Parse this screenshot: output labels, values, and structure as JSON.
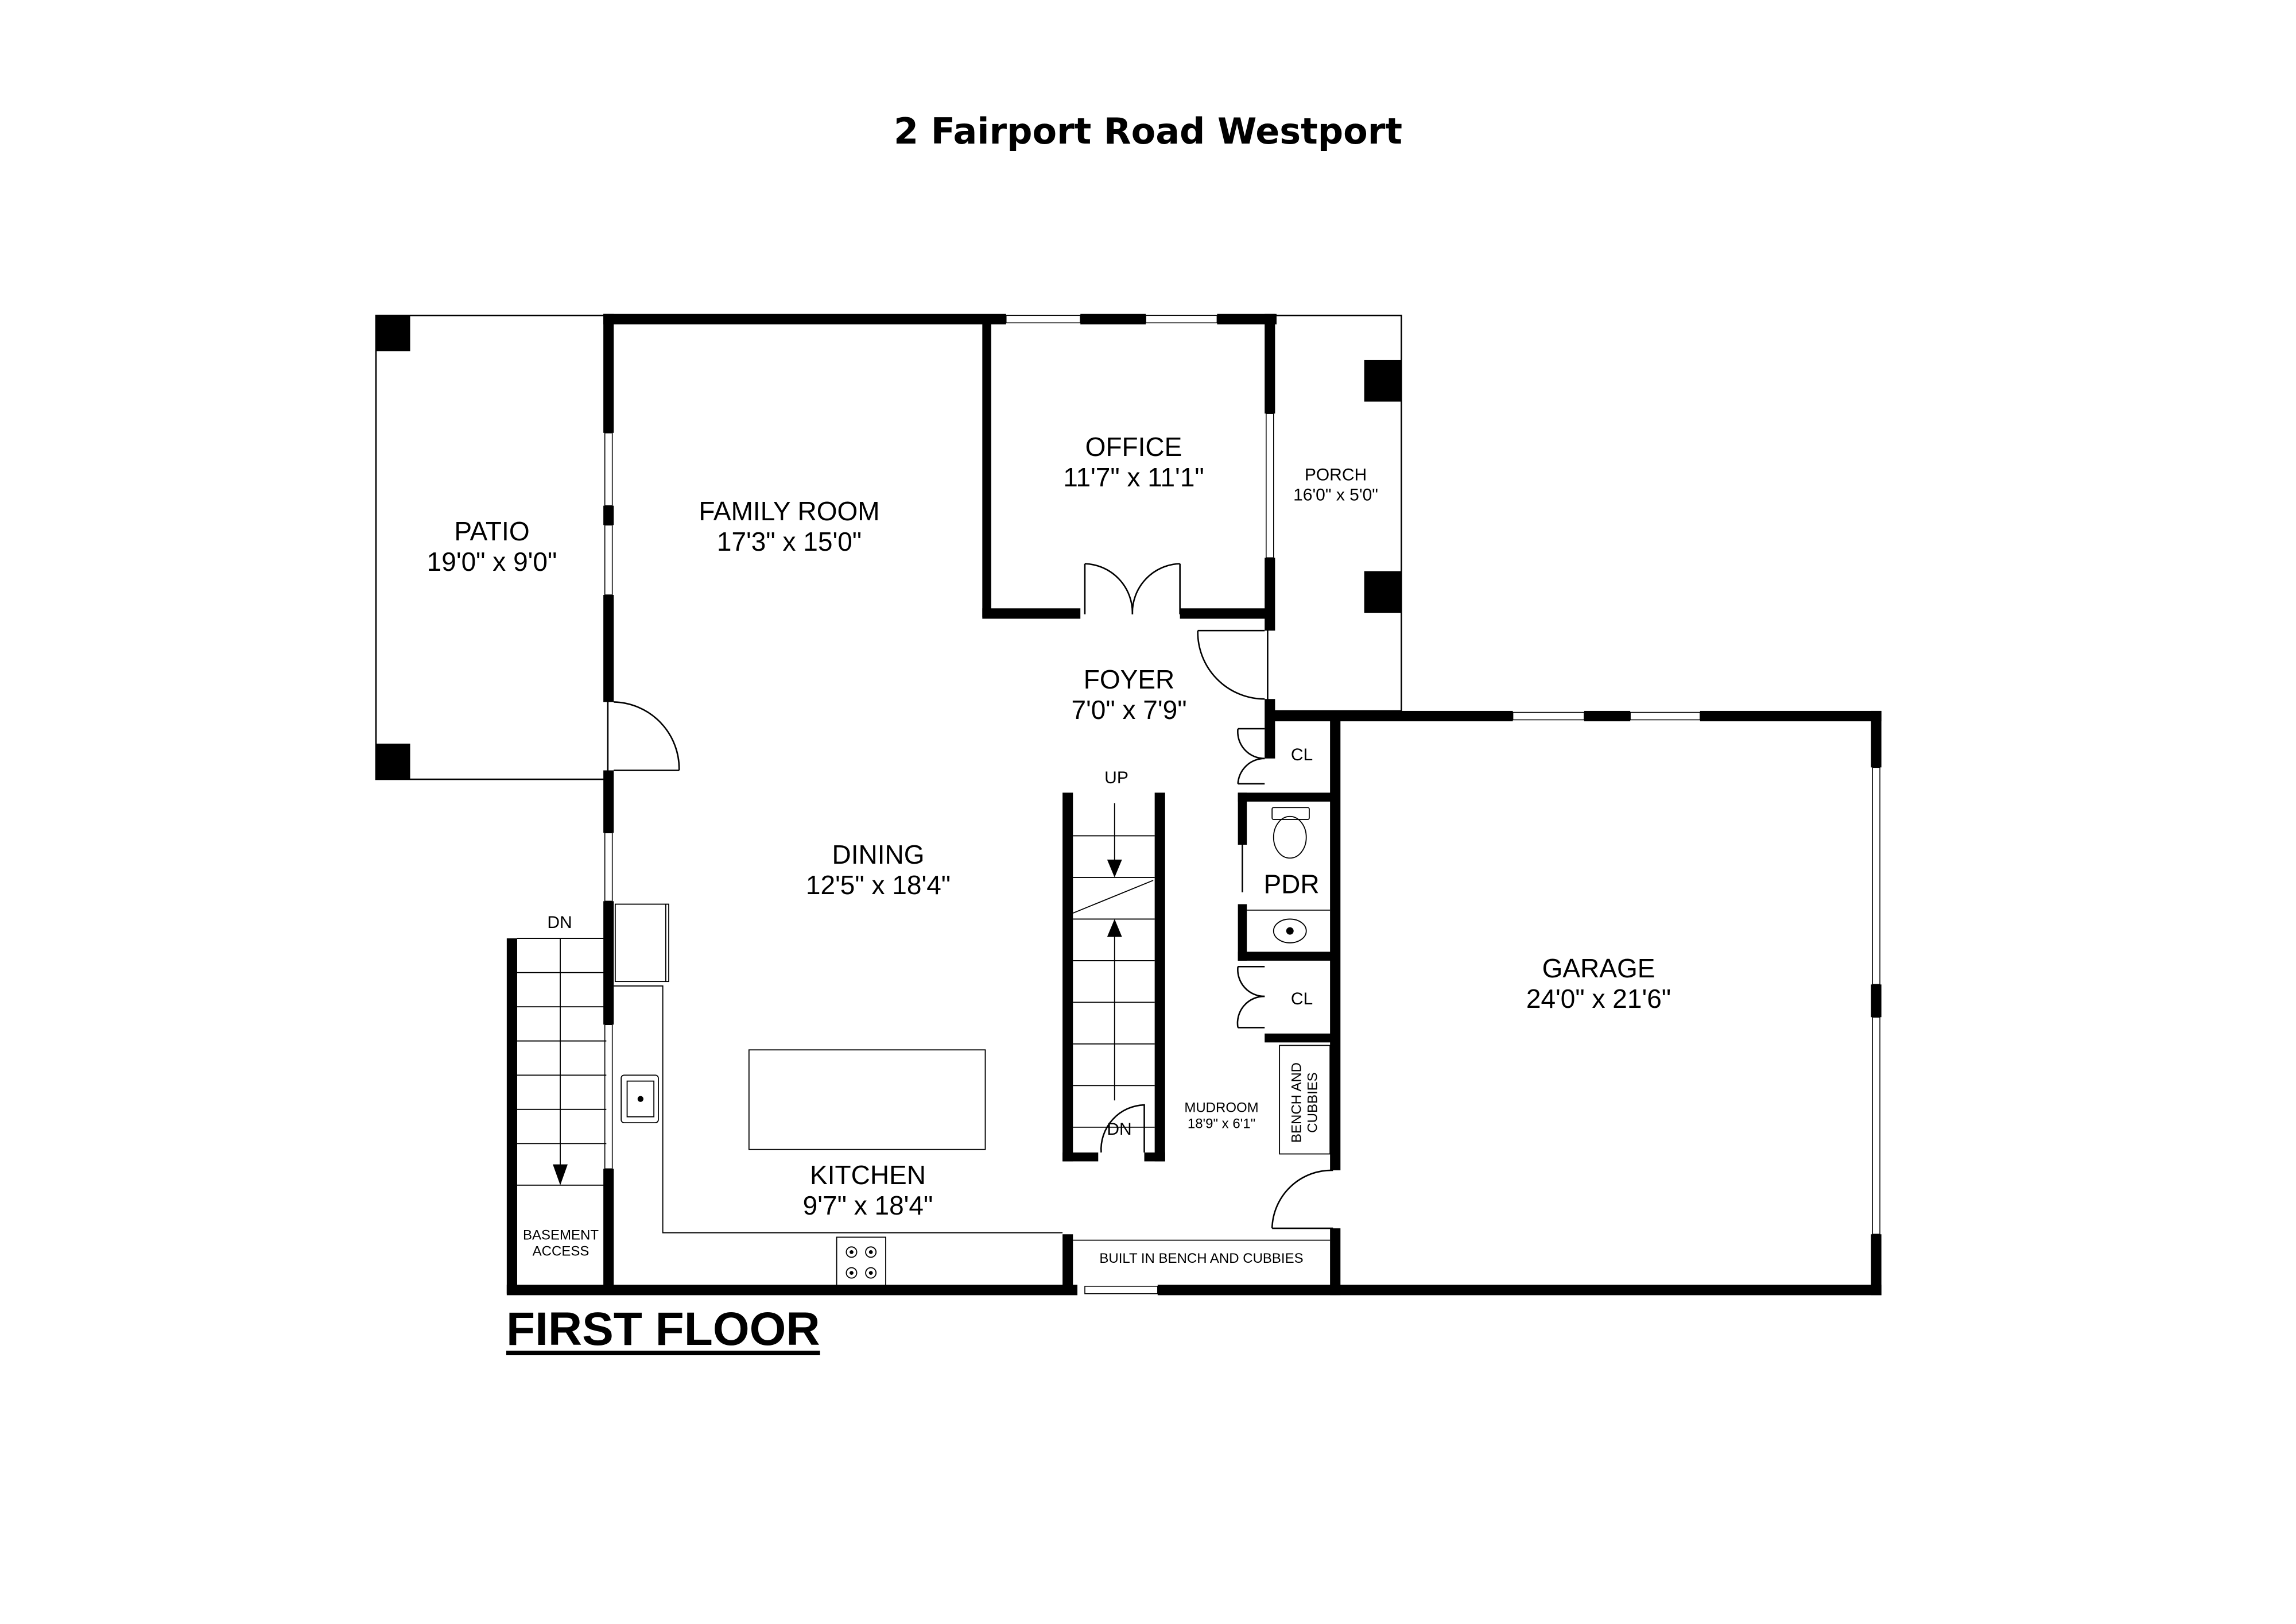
{
  "header": {
    "title": "2 Fairport Road Westport"
  },
  "floor": {
    "label": "FIRST FLOOR"
  },
  "colors": {
    "wall": "#000000",
    "background": "#ffffff",
    "fixture_line": "#000000"
  },
  "rooms": {
    "patio": {
      "name": "PATIO",
      "dims": "19'0\" x 9'0\""
    },
    "family_room": {
      "name": "FAMILY ROOM",
      "dims": "17'3\" x 15'0\""
    },
    "office": {
      "name": "OFFICE",
      "dims": "11'7\" x 11'1\""
    },
    "porch": {
      "name": "PORCH",
      "dims": "16'0\" x 5'0\""
    },
    "foyer": {
      "name": "FOYER",
      "dims": "7'0\" x 7'9\""
    },
    "dining": {
      "name": "DINING",
      "dims": "12'5\" x 18'4\""
    },
    "kitchen": {
      "name": "KITCHEN",
      "dims": "9'7\" x 18'4\""
    },
    "garage": {
      "name": "GARAGE",
      "dims": "24'0\" x 21'6\""
    },
    "mudroom": {
      "name": "MUDROOM",
      "dims": "18'9\" x 6'1\""
    },
    "pdr": {
      "name": "PDR"
    },
    "closet_upper": {
      "name": "CL"
    },
    "closet_lower": {
      "name": "CL"
    }
  },
  "annotations": {
    "stair_up": "UP",
    "stair_main_dn": "DN",
    "basement_dn": "DN",
    "basement_access": [
      "BASEMENT",
      "ACCESS"
    ],
    "bench_cubbies_vertical": [
      "BENCH AND",
      "CUBBIES"
    ],
    "built_in_bench": "BUILT IN BENCH AND CUBBIES"
  }
}
